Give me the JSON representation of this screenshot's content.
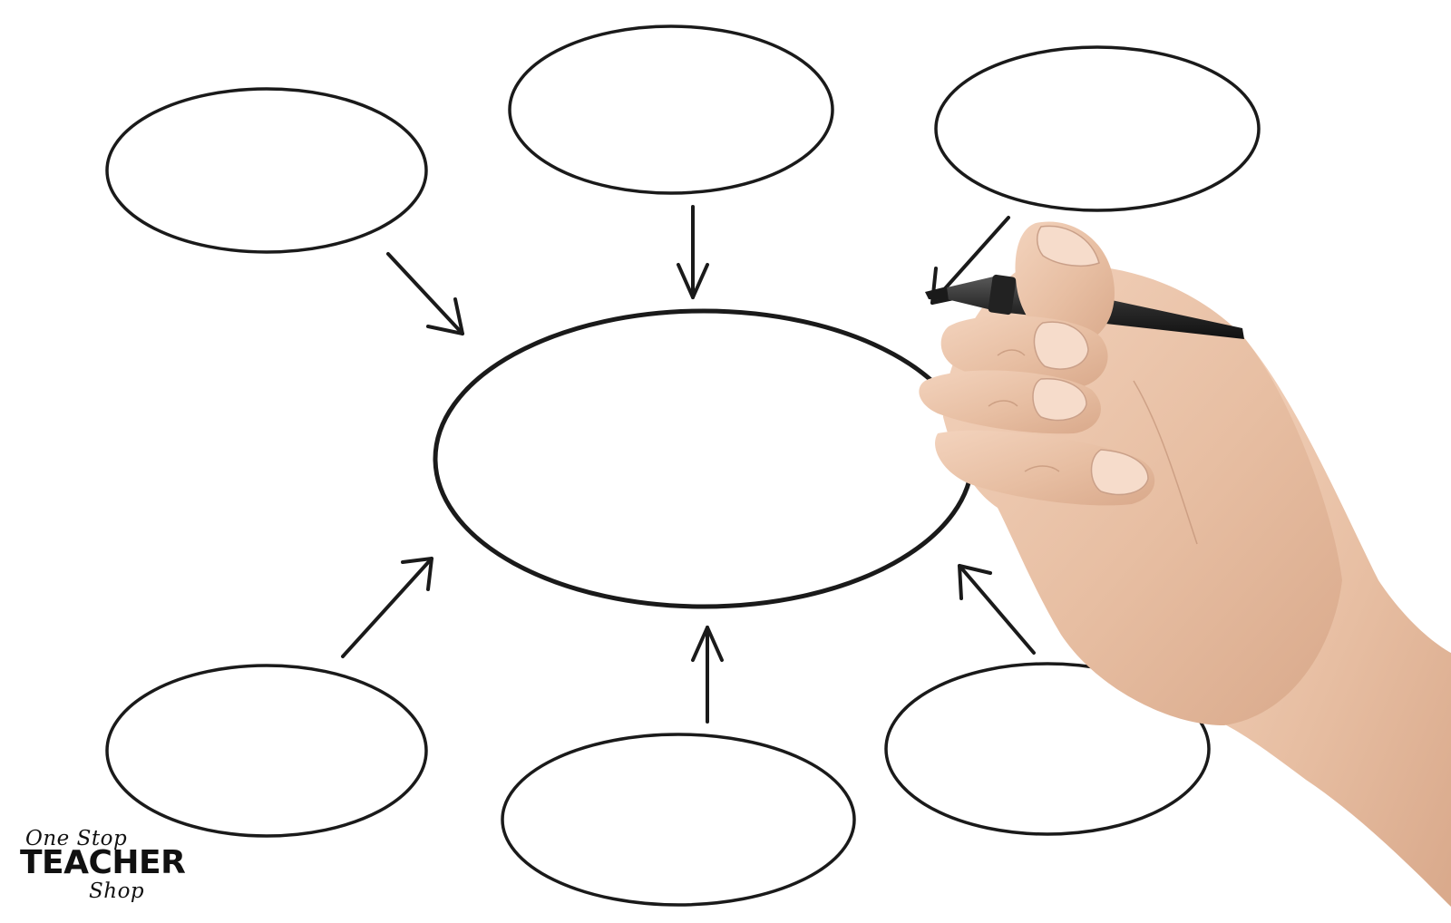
{
  "diagram": {
    "type": "hand-drawn concept map",
    "central_node": {
      "label": ""
    },
    "outer_nodes": [
      {
        "position": "top-left",
        "label": ""
      },
      {
        "position": "top-center",
        "label": ""
      },
      {
        "position": "top-right",
        "label": ""
      },
      {
        "position": "bottom-left",
        "label": ""
      },
      {
        "position": "bottom-center",
        "label": ""
      },
      {
        "position": "bottom-right",
        "label": ""
      }
    ],
    "arrows_point_to": "central_node",
    "arrow_count": 6
  },
  "colors": {
    "background": "#ffffff",
    "ink": "#1a1a1a",
    "skin": "#e9c2a6"
  },
  "logo": {
    "line1": "One Stop",
    "line2": "TEACHER",
    "line3": "Shop"
  },
  "photo_element": "hand-holding-marker"
}
